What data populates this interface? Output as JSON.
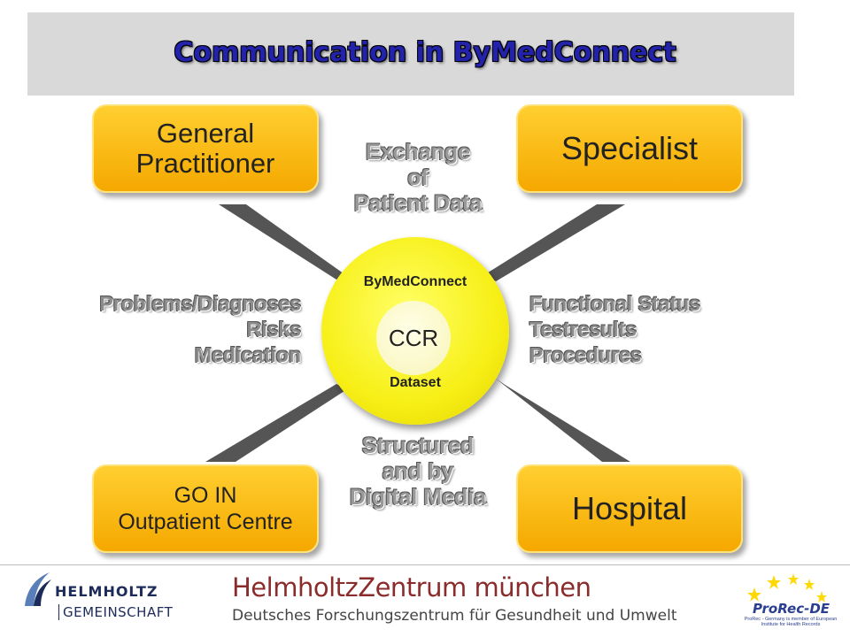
{
  "title": "Communication in ByMedConnect",
  "boxes": {
    "general_practitioner": [
      "General",
      "Practitioner"
    ],
    "specialist": "Specialist",
    "go_in": [
      "GO IN",
      "Outpatient Centre"
    ],
    "hospital": "Hospital"
  },
  "center": {
    "top_label": "ByMedConnect",
    "core": "CCR",
    "bottom_label": "Dataset"
  },
  "labels": {
    "exchange": [
      "Exchange",
      "of",
      "Patient Data"
    ],
    "structured": [
      "Structured",
      "and by",
      "Digital Media"
    ],
    "left_list": [
      "Problems/Diagnoses",
      "Risks",
      "Medication"
    ],
    "right_list": [
      "Functional Status",
      "Testresults",
      "Procedures"
    ]
  },
  "footer": {
    "helmholtz": [
      "HELMHOLTZ",
      "GEMEINSCHAFT"
    ],
    "hmz_name": "HelmholtzZentrum münchen",
    "hmz_sub": "Deutsches Forschungszentrum für Gesundheit und Umwelt",
    "prorec_name": "ProRec-DE",
    "prorec_sub": "ProRec - Germany is member of European Institute for Health Records"
  },
  "colors": {
    "box_fill": "#f5a800",
    "circle_fill": "#f7ef16",
    "title_text": "#2222aa",
    "connector": "#555555"
  }
}
